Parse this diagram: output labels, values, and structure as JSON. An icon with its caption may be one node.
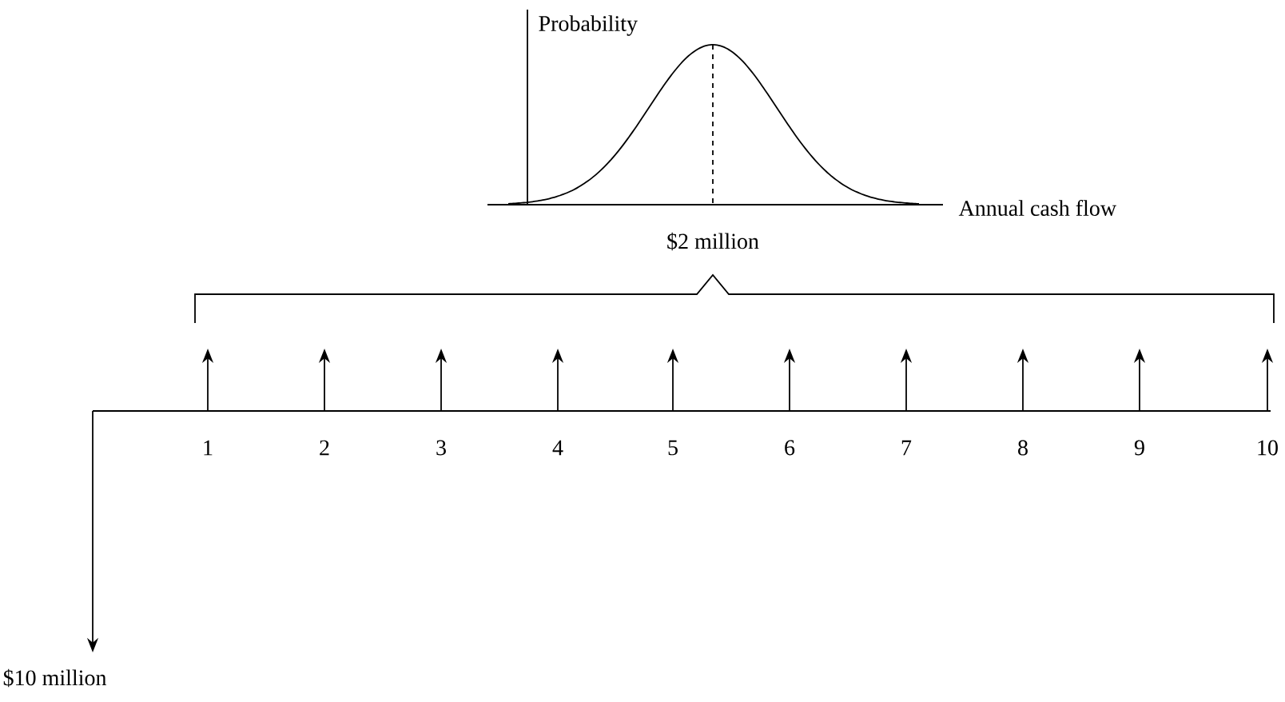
{
  "diagram": {
    "labels": [
      "Probability",
      "Annual cash flow",
      "$2 million",
      "1",
      "2",
      "3",
      "4",
      "5",
      "6",
      "7",
      "8",
      "9",
      "10",
      "$10 million"
    ]
  }
}
